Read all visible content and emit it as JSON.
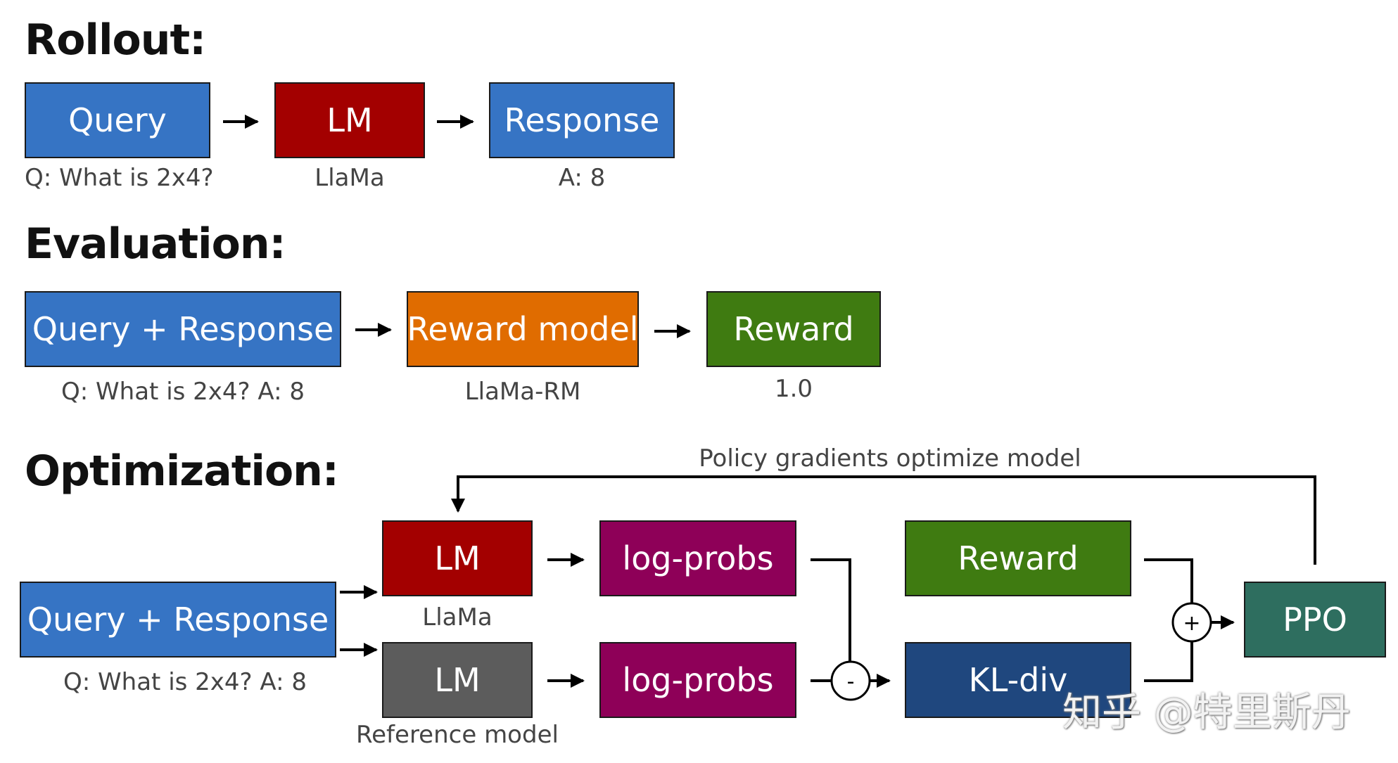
{
  "rollout": {
    "heading": "Rollout:",
    "query": {
      "label": "Query",
      "caption": "Q: What is 2x4?"
    },
    "lm": {
      "label": "LM",
      "caption": "LlaMa"
    },
    "response": {
      "label": "Response",
      "caption": "A: 8"
    }
  },
  "evaluation": {
    "heading": "Evaluation:",
    "query_response": {
      "label": "Query + Response",
      "caption": "Q: What is 2x4? A: 8"
    },
    "reward_model": {
      "label": "Reward model",
      "caption": "LlaMa-RM"
    },
    "reward": {
      "label": "Reward",
      "caption": "1.0"
    }
  },
  "optimization": {
    "heading": "Optimization:",
    "feedback_label": "Policy gradients optimize model",
    "query_response": {
      "label": "Query + Response",
      "caption": "Q: What is 2x4? A: 8"
    },
    "lm": {
      "label": "LM",
      "caption": "LlaMa"
    },
    "ref_lm": {
      "label": "LM",
      "caption": "Reference model"
    },
    "logprobs_top": {
      "label": "log-probs"
    },
    "logprobs_bottom": {
      "label": "log-probs"
    },
    "minus_op": "-",
    "plus_op": "+",
    "reward": {
      "label": "Reward"
    },
    "kl_div": {
      "label": "KL-div"
    },
    "ppo": {
      "label": "PPO"
    }
  },
  "watermark": "知乎 @特里斯丹",
  "colors": {
    "query_blue": "#3674C4",
    "lm_red": "#A30000",
    "reward_model_orange": "#E06C00",
    "reward_green": "#3F7B11",
    "logprobs_purple": "#8E0058",
    "ref_lm_gray": "#5C5C5C",
    "kl_div_navy": "#1F477E",
    "ppo_teal": "#2E6E5F"
  }
}
